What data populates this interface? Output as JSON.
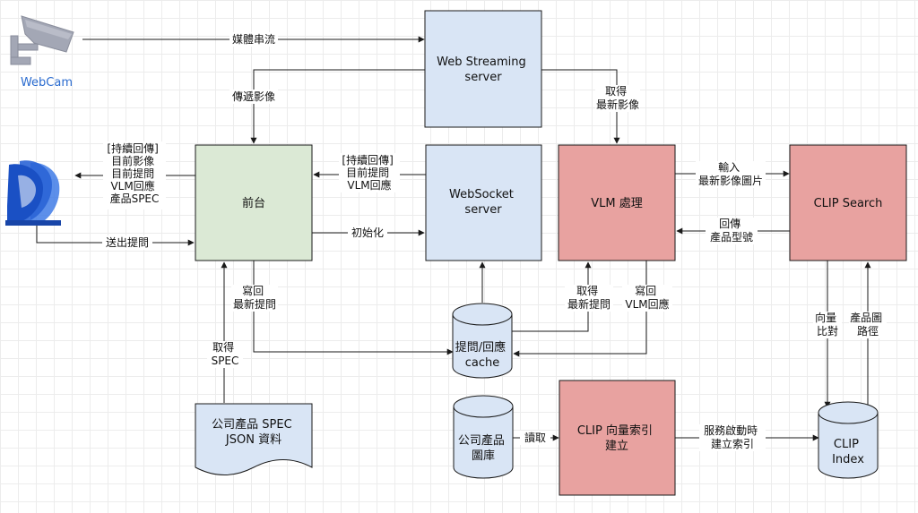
{
  "nodes": {
    "webcam": "WebCam",
    "web_streaming": [
      "Web Streaming",
      "server"
    ],
    "frontend": "前台",
    "websocket": [
      "WebSocket",
      "server"
    ],
    "vlm": "VLM 處理",
    "clip_search": "CLIP Search",
    "cache": [
      "提問/回應",
      "cache"
    ],
    "spec_doc": [
      "公司產品 SPEC",
      "JSON 資料"
    ],
    "product_gallery": [
      "公司產品",
      "圖庫"
    ],
    "clip_index_build": [
      "CLIP 向量索引",
      "建立"
    ],
    "clip_index": [
      "CLIP",
      "Index"
    ]
  },
  "edges": {
    "media_stream": "媒體串流",
    "pass_image": "傳遞影像",
    "get_latest_image": [
      "取得",
      "最新影像"
    ],
    "user_feedback": [
      "[持續回傳]",
      "目前影像",
      "目前提問",
      "VLM回應",
      "產品SPEC"
    ],
    "send_question": "送出提問",
    "ws_feedback": [
      "[持續回傳]",
      "目前提問",
      "VLM回應"
    ],
    "init": "初始化",
    "input_latest_image": [
      "輸入",
      "最新影像圖片"
    ],
    "return_model": [
      "回傳",
      "產品型號"
    ],
    "write_latest_question": [
      "寫回",
      "最新提問"
    ],
    "get_spec": [
      "取得",
      "SPEC"
    ],
    "get_latest_question": [
      "取得",
      "最新提問"
    ],
    "write_vlm_response": [
      "寫回",
      "VLM回應"
    ],
    "vector_compare": [
      "向量",
      "比對"
    ],
    "product_image_path": [
      "產品圖",
      "路徑"
    ],
    "read": "讀取",
    "build_index": [
      "服務啟動時",
      "建立索引"
    ]
  }
}
